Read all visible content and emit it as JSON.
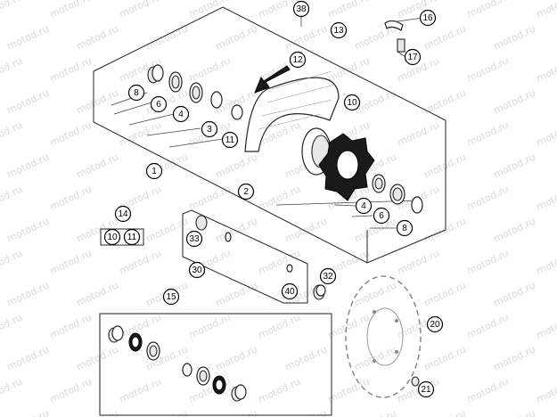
{
  "watermark": "motod.ru",
  "callouts": {
    "c1": "1",
    "c2": "2",
    "c3": "3",
    "c4a": "4",
    "c4b": "4",
    "c6a": "6",
    "c6b": "6",
    "c8a": "8",
    "c8b": "8",
    "c10": "10",
    "c11": "11",
    "c12": "12",
    "c13": "13",
    "c14": "14",
    "c14a": "10",
    "c14b": "11",
    "c15": "15",
    "c16": "16",
    "c17": "17",
    "c20": "20",
    "c21": "21",
    "c30": "30",
    "c32": "32",
    "c33": "33",
    "c38": "38",
    "c40": "40"
  }
}
